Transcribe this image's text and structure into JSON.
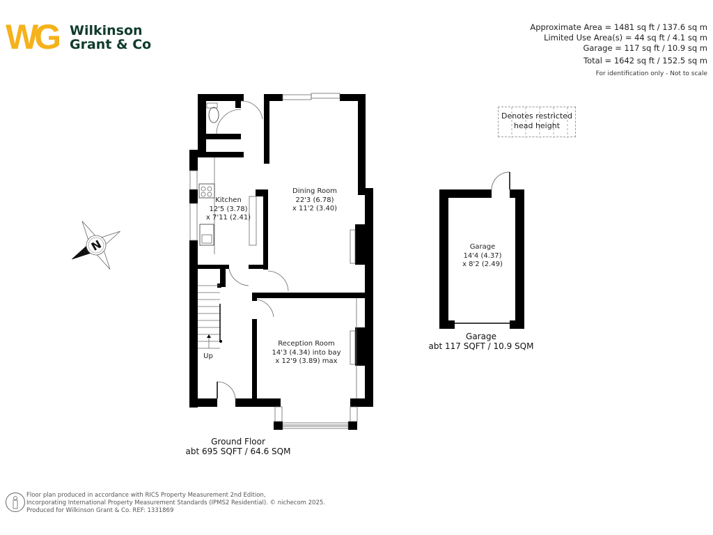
{
  "brand": {
    "monogram": "WG",
    "name_line1": "Wilkinson",
    "name_line2": "Grant & Co",
    "colors": {
      "monogram": "#f5b21b",
      "name": "#0f3b2c"
    }
  },
  "area_summary": {
    "approximate_area": "Approximate Area = 1481 sq ft / 137.6 sq m",
    "limited_use": "Limited Use Area(s) = 44 sq ft / 4.1 sq m",
    "garage": "Garage = 117 sq ft / 10.9 sq m",
    "total": "Total = 1642 sq ft / 152.5 sq m",
    "disclaimer": "For identification only - Not to scale"
  },
  "legend": {
    "line1": "Denotes restricted",
    "line2": "head height"
  },
  "compass": {
    "label": "N",
    "icon": "compass-rose-icon"
  },
  "rooms": {
    "kitchen": {
      "name": "Kitchen",
      "dim1": "12'5 (3.78)",
      "dim2": "x 7'11 (2.41)"
    },
    "dining": {
      "name": "Dining Room",
      "dim1": "22'3 (6.78)",
      "dim2": "x 11'2 (3.40)"
    },
    "reception": {
      "name": "Reception Room",
      "dim1": "14'3 (4.34) into bay",
      "dim2": "x 12'9 (3.89) max"
    },
    "garage": {
      "name": "Garage",
      "dim1": "14'4 (4.37)",
      "dim2": "x 8'2 (2.49)"
    },
    "stairs": {
      "label": "Up"
    }
  },
  "floors": {
    "ground": {
      "title": "Ground Floor",
      "area": "abt 695 SQFT / 64.6 SQM"
    },
    "garage": {
      "title": "Garage",
      "area": "abt 117 SQFT / 10.9 SQM"
    }
  },
  "footer": {
    "line1": "Floor plan produced in accordance with RICS Property Measurement 2nd Edition,",
    "line2": "Incorporating International Property Measurement Standards (IPMS2 Residential).   © nichecom   2025.",
    "line3": "Produced for Wilkinson Grant & Co.   REF:  1331869"
  }
}
